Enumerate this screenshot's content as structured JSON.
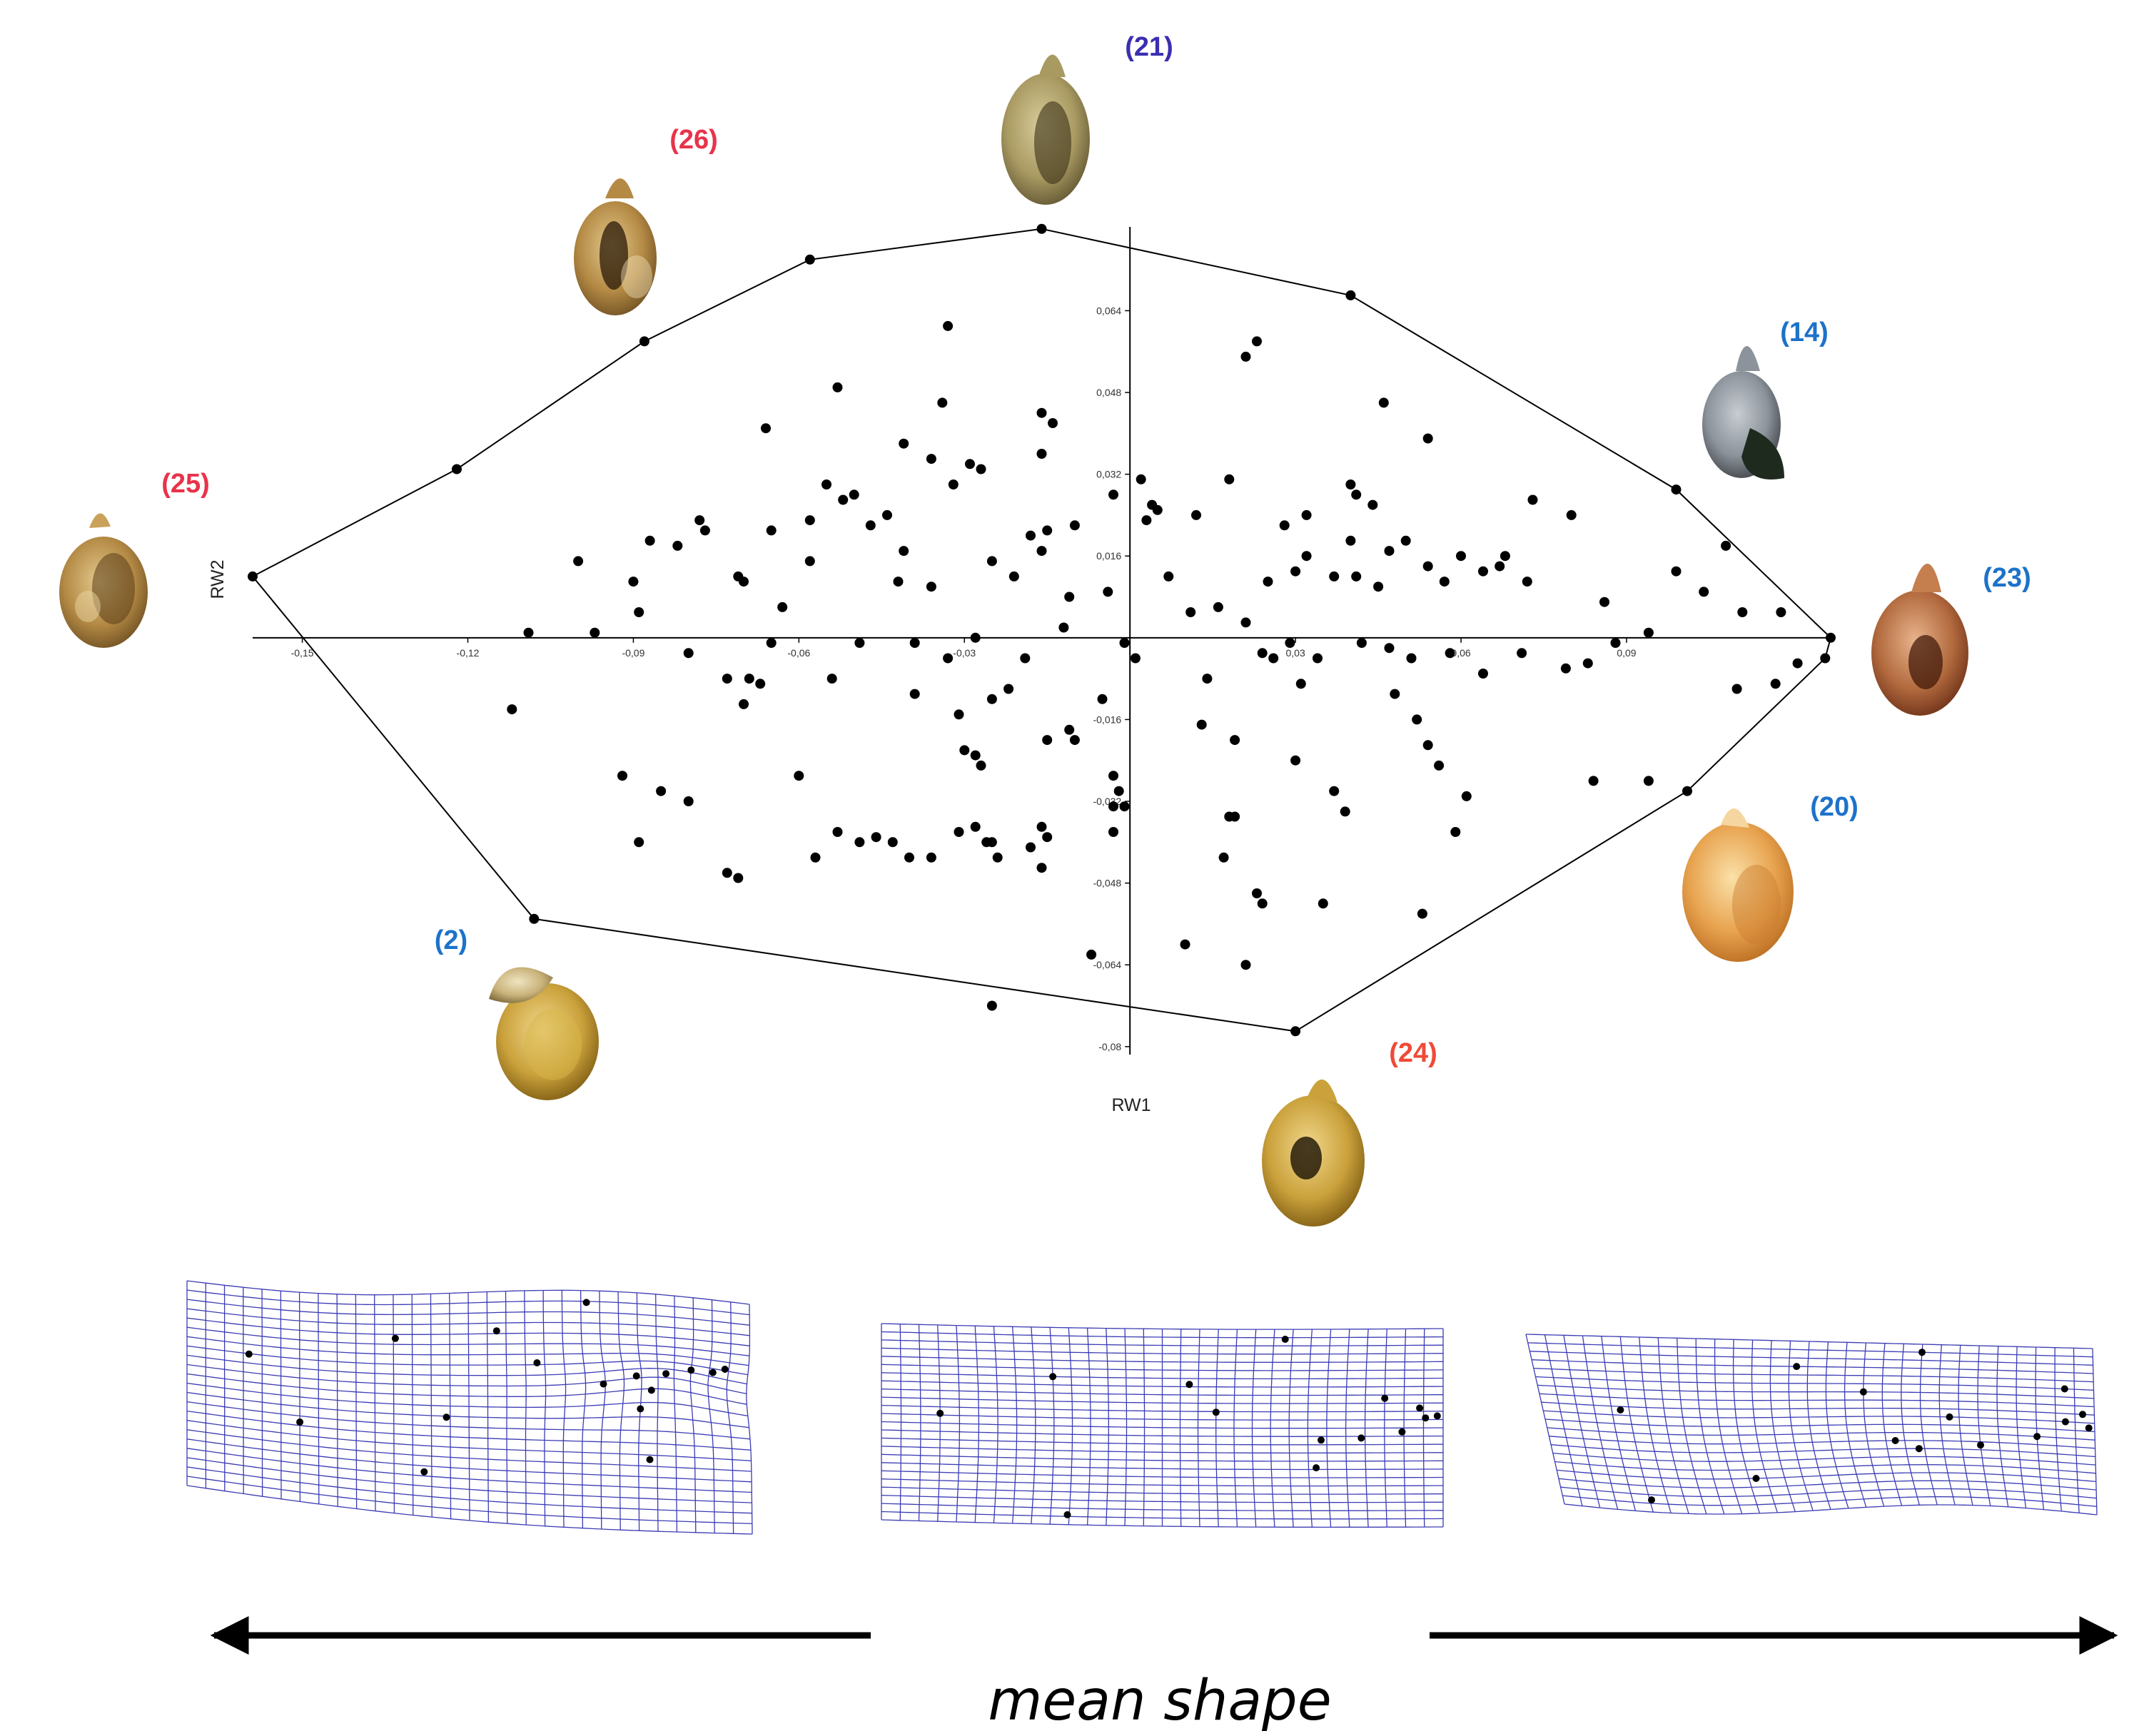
{
  "chart_data": {
    "type": "scatter",
    "xlabel": "RW1",
    "ylabel": "RW2",
    "xlim": [
      -0.159,
      0.127
    ],
    "ylim": [
      -0.081,
      0.079
    ],
    "x_ticks": [
      "-0,15",
      "-0,12",
      "-0,09",
      "-0,06",
      "-0,03",
      "0,03",
      "0,06",
      "0,09"
    ],
    "x_tick_values": [
      -0.15,
      -0.12,
      -0.09,
      -0.06,
      -0.03,
      0.03,
      0.06,
      0.09
    ],
    "y_ticks": [
      "0,064",
      "0,048",
      "0,032",
      "0,016",
      "-0,016",
      "-0,032",
      "-0,048",
      "-0,064",
      "-0,08"
    ],
    "y_tick_values": [
      0.064,
      0.048,
      0.032,
      0.016,
      -0.016,
      -0.032,
      -0.048,
      -0.064,
      -0.08
    ],
    "hull": [
      [
        -0.159,
        0.012
      ],
      [
        -0.122,
        0.033
      ],
      [
        -0.088,
        0.058
      ],
      [
        -0.058,
        0.074
      ],
      [
        -0.016,
        0.08
      ],
      [
        0.04,
        0.067
      ],
      [
        0.099,
        0.029
      ],
      [
        0.127,
        0.0
      ],
      [
        0.126,
        -0.004
      ],
      [
        0.101,
        -0.03
      ],
      [
        0.03,
        -0.077
      ],
      [
        -0.108,
        -0.055
      ]
    ],
    "points": [
      [
        -0.159,
        0.012
      ],
      [
        -0.122,
        0.033
      ],
      [
        -0.088,
        0.058
      ],
      [
        -0.058,
        0.074
      ],
      [
        -0.016,
        0.08
      ],
      [
        0.04,
        0.067
      ],
      [
        0.099,
        0.029
      ],
      [
        0.127,
        0.0
      ],
      [
        0.126,
        -0.004
      ],
      [
        0.101,
        -0.03
      ],
      [
        0.03,
        -0.077
      ],
      [
        -0.108,
        -0.055
      ],
      [
        -0.033,
        0.061
      ],
      [
        -0.034,
        0.046
      ],
      [
        -0.053,
        0.049
      ],
      [
        -0.066,
        0.041
      ],
      [
        -0.041,
        0.038
      ],
      [
        -0.016,
        0.044
      ],
      [
        -0.014,
        0.042
      ],
      [
        -0.016,
        0.036
      ],
      [
        -0.036,
        0.035
      ],
      [
        -0.029,
        0.034
      ],
      [
        -0.027,
        0.033
      ],
      [
        -0.032,
        0.03
      ],
      [
        -0.055,
        0.03
      ],
      [
        -0.05,
        0.028
      ],
      [
        -0.052,
        0.027
      ],
      [
        -0.047,
        0.022
      ],
      [
        -0.044,
        0.024
      ],
      [
        -0.058,
        0.023
      ],
      [
        -0.077,
        0.021
      ],
      [
        -0.065,
        0.021
      ],
      [
        -0.078,
        0.023
      ],
      [
        -0.082,
        0.018
      ],
      [
        -0.087,
        0.019
      ],
      [
        -0.058,
        0.015
      ],
      [
        -0.041,
        0.017
      ],
      [
        -0.025,
        0.015
      ],
      [
        -0.018,
        0.02
      ],
      [
        -0.015,
        0.021
      ],
      [
        -0.016,
        0.017
      ],
      [
        -0.01,
        0.022
      ],
      [
        -0.003,
        0.028
      ],
      [
        0.002,
        0.031
      ],
      [
        0.003,
        0.023
      ],
      [
        0.004,
        0.026
      ],
      [
        0.005,
        0.025
      ],
      [
        0.012,
        0.024
      ],
      [
        0.018,
        0.031
      ],
      [
        0.028,
        0.022
      ],
      [
        0.032,
        0.024
      ],
      [
        0.04,
        0.019
      ],
      [
        0.05,
        0.019
      ],
      [
        0.047,
        0.017
      ],
      [
        0.037,
        0.012
      ],
      [
        0.032,
        0.016
      ],
      [
        0.03,
        0.013
      ],
      [
        0.025,
        0.011
      ],
      [
        0.041,
        0.012
      ],
      [
        0.045,
        0.01
      ],
      [
        0.054,
        0.014
      ],
      [
        0.057,
        0.011
      ],
      [
        0.06,
        0.016
      ],
      [
        0.064,
        0.013
      ],
      [
        0.067,
        0.014
      ],
      [
        0.072,
        0.011
      ],
      [
        0.068,
        0.016
      ],
      [
        0.08,
        0.024
      ],
      [
        0.073,
        0.027
      ],
      [
        0.086,
        0.007
      ],
      [
        0.099,
        0.013
      ],
      [
        0.104,
        0.009
      ],
      [
        0.118,
        0.005
      ],
      [
        0.108,
        0.018
      ],
      [
        0.023,
        0.058
      ],
      [
        0.021,
        0.055
      ],
      [
        0.046,
        0.046
      ],
      [
        0.054,
        0.039
      ],
      [
        -0.1,
        0.015
      ],
      [
        -0.09,
        0.011
      ],
      [
        -0.089,
        0.005
      ],
      [
        -0.097,
        0.001
      ],
      [
        -0.109,
        0.001
      ],
      [
        -0.112,
        -0.014
      ],
      [
        -0.071,
        0.012
      ],
      [
        -0.07,
        0.011
      ],
      [
        -0.063,
        0.006
      ],
      [
        -0.08,
        -0.003
      ],
      [
        -0.073,
        -0.008
      ],
      [
        -0.069,
        -0.008
      ],
      [
        -0.067,
        -0.009
      ],
      [
        -0.07,
        -0.013
      ],
      [
        -0.054,
        -0.008
      ],
      [
        -0.049,
        -0.001
      ],
      [
        -0.039,
        -0.001
      ],
      [
        -0.033,
        -0.004
      ],
      [
        -0.028,
        0.0
      ],
      [
        -0.019,
        -0.004
      ],
      [
        -0.011,
        0.008
      ],
      [
        -0.004,
        0.009
      ],
      [
        -0.001,
        -0.001
      ],
      [
        0.001,
        -0.004
      ],
      [
        0.011,
        0.005
      ],
      [
        0.016,
        0.006
      ],
      [
        0.021,
        0.003
      ],
      [
        0.024,
        -0.003
      ],
      [
        0.029,
        -0.001
      ],
      [
        0.034,
        -0.004
      ],
      [
        0.042,
        -0.001
      ],
      [
        0.047,
        -0.002
      ],
      [
        0.051,
        -0.004
      ],
      [
        0.058,
        -0.003
      ],
      [
        0.064,
        -0.007
      ],
      [
        0.071,
        -0.003
      ],
      [
        0.079,
        -0.006
      ],
      [
        0.083,
        -0.005
      ],
      [
        0.088,
        -0.001
      ],
      [
        0.094,
        0.001
      ],
      [
        0.11,
        -0.01
      ],
      [
        0.117,
        -0.009
      ],
      [
        0.111,
        0.005
      ],
      [
        0.121,
        -0.005
      ],
      [
        -0.092,
        -0.027
      ],
      [
        -0.085,
        -0.03
      ],
      [
        -0.08,
        -0.032
      ],
      [
        -0.089,
        -0.04
      ],
      [
        -0.073,
        -0.046
      ],
      [
        -0.06,
        -0.027
      ],
      [
        -0.057,
        -0.043
      ],
      [
        -0.053,
        -0.038
      ],
      [
        -0.049,
        -0.04
      ],
      [
        -0.046,
        -0.039
      ],
      [
        -0.043,
        -0.04
      ],
      [
        -0.04,
        -0.043
      ],
      [
        -0.036,
        -0.043
      ],
      [
        -0.028,
        -0.037
      ],
      [
        -0.026,
        -0.04
      ],
      [
        -0.025,
        -0.04
      ],
      [
        -0.024,
        -0.043
      ],
      [
        -0.03,
        -0.022
      ],
      [
        -0.028,
        -0.023
      ],
      [
        -0.027,
        -0.025
      ],
      [
        -0.031,
        -0.015
      ],
      [
        -0.022,
        -0.01
      ],
      [
        -0.025,
        -0.012
      ],
      [
        -0.015,
        -0.02
      ],
      [
        -0.01,
        -0.02
      ],
      [
        -0.003,
        -0.027
      ],
      [
        -0.002,
        -0.03
      ],
      [
        -0.003,
        -0.033
      ],
      [
        -0.001,
        -0.033
      ],
      [
        -0.003,
        -0.038
      ],
      [
        -0.016,
        -0.037
      ],
      [
        -0.015,
        -0.039
      ],
      [
        -0.018,
        -0.041
      ],
      [
        -0.016,
        -0.045
      ],
      [
        -0.025,
        -0.072
      ],
      [
        -0.007,
        -0.062
      ],
      [
        0.01,
        -0.06
      ],
      [
        0.017,
        -0.043
      ],
      [
        0.018,
        -0.035
      ],
      [
        0.019,
        -0.035
      ],
      [
        0.023,
        -0.05
      ],
      [
        0.024,
        -0.052
      ],
      [
        0.021,
        -0.064
      ],
      [
        0.03,
        -0.024
      ],
      [
        0.037,
        -0.03
      ],
      [
        0.039,
        -0.034
      ],
      [
        0.035,
        -0.052
      ],
      [
        0.048,
        -0.011
      ],
      [
        0.052,
        -0.016
      ],
      [
        0.054,
        -0.021
      ],
      [
        0.056,
        -0.025
      ],
      [
        0.053,
        -0.054
      ],
      [
        0.061,
        -0.031
      ],
      [
        0.059,
        -0.038
      ],
      [
        0.084,
        -0.028
      ],
      [
        0.094,
        -0.028
      ],
      [
        0.026,
        -0.004
      ],
      [
        0.031,
        -0.009
      ],
      [
        -0.071,
        -0.047
      ],
      [
        -0.031,
        -0.038
      ],
      [
        -0.011,
        -0.018
      ],
      [
        -0.005,
        -0.012
      ],
      [
        0.014,
        -0.008
      ],
      [
        0.013,
        -0.017
      ],
      [
        0.019,
        -0.02
      ],
      [
        -0.039,
        -0.011
      ],
      [
        -0.065,
        -0.001
      ],
      [
        -0.036,
        0.01
      ],
      [
        -0.042,
        0.011
      ],
      [
        -0.012,
        0.002
      ],
      [
        -0.021,
        0.012
      ],
      [
        0.007,
        0.012
      ],
      [
        0.04,
        0.03
      ],
      [
        0.044,
        0.026
      ],
      [
        0.041,
        0.028
      ]
    ]
  },
  "specimens": [
    {
      "label": "(25)",
      "color": "#e8334a",
      "shell": "shell-25-image"
    },
    {
      "label": "(26)",
      "color": "#e8334a",
      "shell": "shell-26-image"
    },
    {
      "label": "(21)",
      "color": "#3a2fb0",
      "shell": "shell-21-image"
    },
    {
      "label": "(14)",
      "color": "#1d72c9",
      "shell": "shell-14-image"
    },
    {
      "label": "(23)",
      "color": "#1d72c9",
      "shell": "shell-23-image"
    },
    {
      "label": "(20)",
      "color": "#1d72c9",
      "shell": "shell-20-image"
    },
    {
      "label": "(24)",
      "color": "#f04a37",
      "shell": "shell-24-image"
    },
    {
      "label": "(2)",
      "color": "#1d72c9",
      "shell": "shell-2-image"
    }
  ],
  "deformation_grids": {
    "color": "#3c3cb4",
    "panels": [
      "left-deformation-grid",
      "center-mean-shape-grid",
      "right-deformation-grid"
    ]
  },
  "caption": "mean shape",
  "arrows": [
    "left-arrow",
    "right-arrow"
  ]
}
